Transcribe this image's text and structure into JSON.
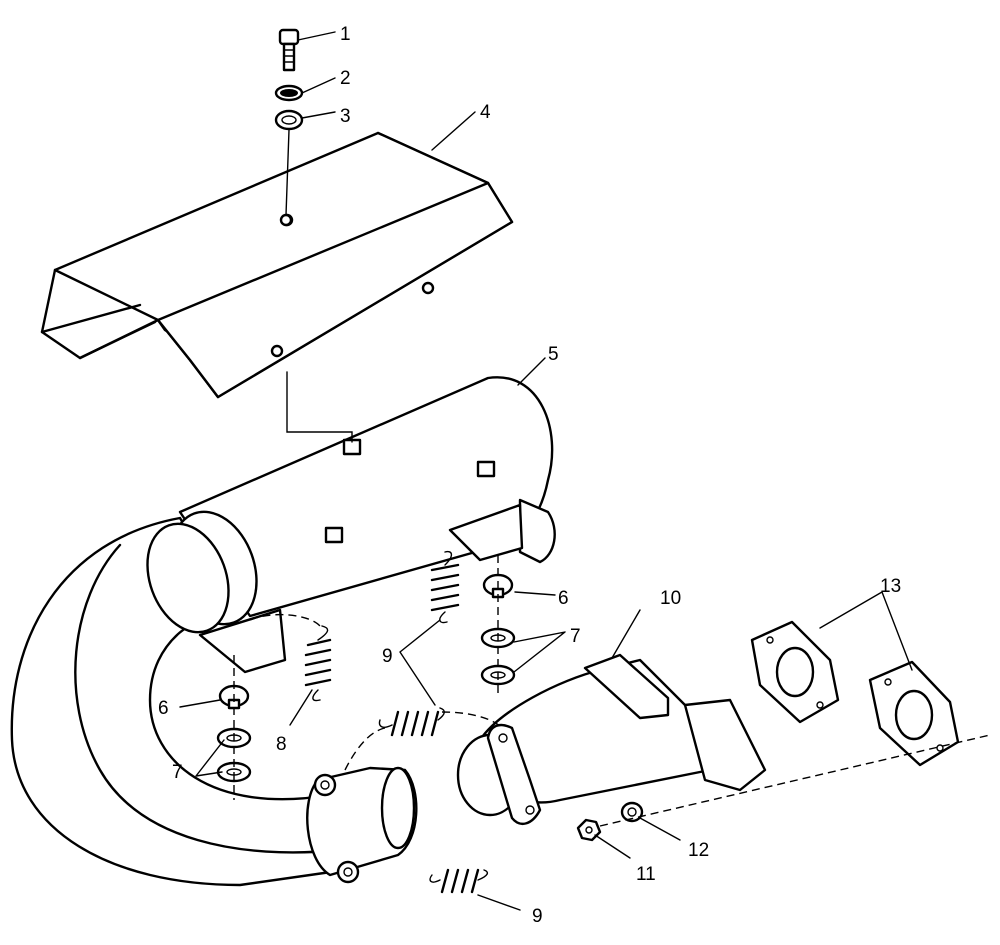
{
  "callouts": {
    "c1": "1",
    "c2": "2",
    "c3": "3",
    "c4": "4",
    "c5": "5",
    "c6a": "6",
    "c6b": "6",
    "c7a": "7",
    "c7b": "7",
    "c8": "8",
    "c9a": "9",
    "c9b": "9",
    "c10": "10",
    "c11": "11",
    "c12": "12",
    "c13": "13"
  }
}
